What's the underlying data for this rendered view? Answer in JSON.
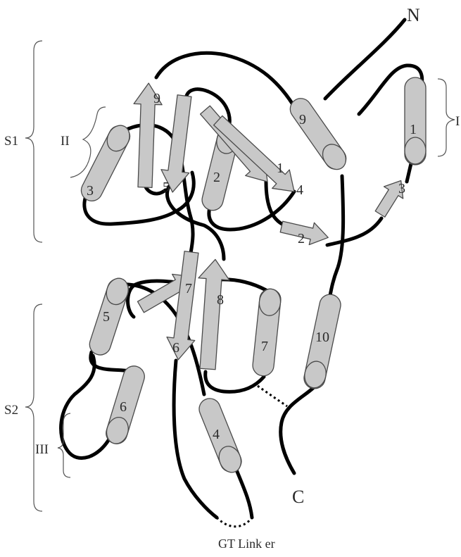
{
  "terminus": {
    "n": "N",
    "c": "C"
  },
  "regions": {
    "s1": "S1",
    "s2": "S2",
    "r1": "I",
    "r2": "II",
    "r3": "III"
  },
  "linker_label": "GT Link er",
  "helices": {
    "h1": "1",
    "h2": "2",
    "h3": "3",
    "h4": "4",
    "h5": "5",
    "h6": "6",
    "h7": "7",
    "h9": "9",
    "h10": "10"
  },
  "strands": {
    "b1": "1",
    "b2": "2",
    "b3": "3",
    "b4": "4",
    "b5": "5",
    "b6": "6",
    "b7": "7",
    "b8": "8",
    "b9": "9"
  },
  "colors": {
    "element_fill": "#c8c8c8",
    "outline": "#4a4a4a",
    "chain": "#000000"
  }
}
